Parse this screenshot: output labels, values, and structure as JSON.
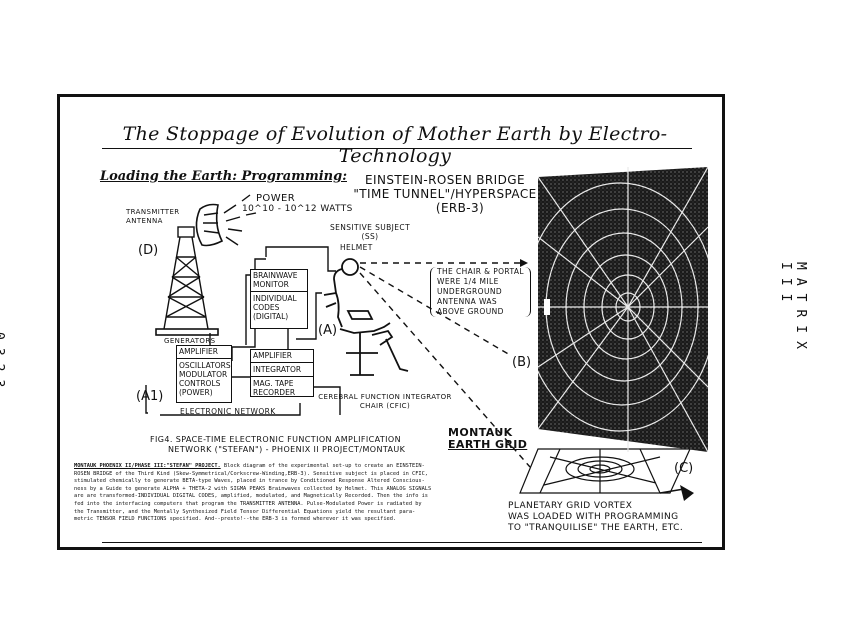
{
  "page": {
    "page_number": "0323",
    "side_label": "MATRIX III"
  },
  "figure": {
    "title": "The Stoppage of Evolution of Mother Earth by Electro-Technology",
    "section_heading": "Loading the Earth: Programming:",
    "erb_lines": [
      "EINSTEIN-ROSEN BRIDGE",
      "\"TIME TUNNEL\"/HYPERSPACE",
      "(ERB-3)"
    ],
    "antenna_label": [
      "TRANSMITTER",
      "ANTENNA"
    ],
    "power_lines": [
      "POWER",
      "10^10 - 10^12 WATTS"
    ],
    "tower_label": "(D)",
    "generators_label": "GENERATORS",
    "sensitive_subject": [
      "SENSITIVE SUBJECT",
      "(SS)"
    ],
    "helmet_label": "HELMET",
    "chair_note": [
      "THE CHAIR & PORTAL",
      "WERE 1/4 MILE",
      "UNDERGROUND",
      "ANTENNA WAS",
      "ABOVE GROUND"
    ],
    "label_a": "(A)",
    "label_b": "(B)",
    "label_c": "(C)",
    "label_a1": "(A1)",
    "brainwave_box": [
      "BRAINWAVE",
      "MONITOR",
      "INDIVIDUAL",
      "CODES",
      "(DIGITAL)"
    ],
    "amplifier_left": [
      "AMPLIFIER",
      "OSCILLATORS",
      "MODULATOR",
      "CONTROLS",
      "(POWER)"
    ],
    "amplifier_right": [
      "AMPLIFIER",
      "INTEGRATOR",
      "MAG. TAPE",
      "RECORDER"
    ],
    "electronic_network": "ELECTRONIC NETWORK",
    "cpic_label": [
      "CEREBRAL FUNCTION INTEGRATOR",
      "CHAIR (CFIC)"
    ],
    "fig_caption": [
      "FIG4. SPACE-TIME ELECTRONIC FUNCTION AMPLIFICATION",
      "NETWORK (\"STEFAN\") - PHOENIX II PROJECT/MONTAUK"
    ],
    "montauk_grid": [
      "MONTAUK",
      "EARTH GRID"
    ],
    "grid_vortex": [
      "PLANETARY GRID VORTEX",
      "WAS LOADED WITH PROGRAMMING",
      "TO \"TRANQUILISE\" THE EARTH, ETC."
    ],
    "body_title": "MONTAUK PHOENIX II/PHASE III:\"STEFAN\" PROJECT.",
    "body_lines": [
      "Block diagram of the experimental set-up to create an EINSTEIN-",
      "ROSEN BRIDGE of the Third Kind (Skew-Symmetrical/Corkscrew-Winding,ERB-3). Sensitive subject is placed in CFIC,",
      "stimulated chemically to generate BETA-type Waves, placed in trance by Conditioned Response Altered Conscious-",
      "ness by a Guide to generate ALPHA + THETA-2 with SIGMA PEAKS Brainwaves collected by Helmet. This ANALOG SIGNALS",
      "are are transformed-INDIVIDUAL DIGITAL CODES, amplified, modulated, and Magnetically Recorded. Then the info is",
      "fed into the interfacing computers that program the TRANSMITTER ANTENNA. Pulse-Modulated Power is radiated by",
      "the Transmitter, and the Mentally Synthesized Field Tensor Differential Equations yield the resultant para-",
      "metric TENSOR FIELD FUNCTIONS specified. And--presto!--the ERB-3 is formed wherever it was specified."
    ]
  }
}
